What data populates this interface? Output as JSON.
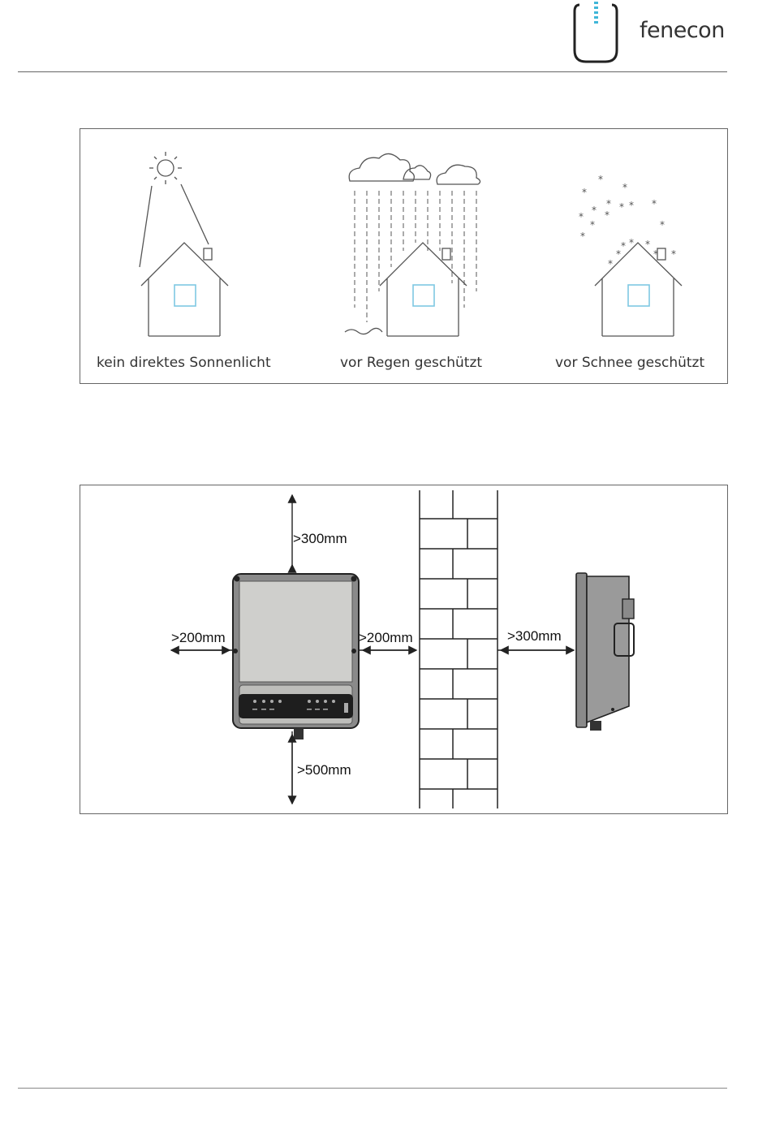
{
  "header": {
    "brand": "fenecon",
    "logo_icon": "fenecon-logo-icon",
    "accent_color": "#3fb6d8"
  },
  "figure_weather": {
    "captions": [
      "kein direktes Sonnenlicht",
      "vor Regen geschützt",
      "vor Schnee geschützt"
    ]
  },
  "figure_clearance": {
    "top": ">300mm",
    "left": ">200mm",
    "right": ">200mm",
    "wall": ">300mm",
    "bottom": ">500mm"
  }
}
